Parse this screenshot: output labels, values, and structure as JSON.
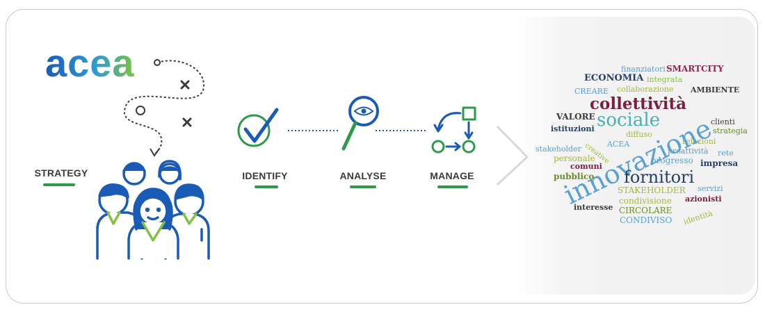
{
  "logo": {
    "text": "acea",
    "colors": [
      "#1a5bb6",
      "#2f9ad4",
      "#7fc241"
    ]
  },
  "steps": {
    "strategy": "STRATEGY",
    "identify": "IDENTIFY",
    "analyse": "ANALYSE",
    "manage": "MANAGE"
  },
  "colors": {
    "primary_blue": "#1a5bb6",
    "accent_green": "#2f9a47",
    "text": "#3a3a3a"
  },
  "word_cloud": {
    "finanziatori": "finanziatori",
    "smartcity": "SMARTCITY",
    "economia": "ECONOMIA",
    "integrata": "integrata",
    "creare": "CREARE",
    "collaborazione": "collaborazione",
    "ambiente": "AMBIENTE",
    "collettivita": "collettività",
    "valore": "VALORE",
    "sociale": "sociale",
    "clienti": "clienti",
    "istituzioni": "istituzioni",
    "diffuso": "diffuso",
    "strategia": "strategia",
    "relazioni": "relazioni",
    "acea": "ACEA",
    "stakeholder_lc": "stakeholder",
    "creative": "creative",
    "proattivita": "proattività",
    "rete": "rete",
    "personale": "personale",
    "progresso": "progresso",
    "impresa": "impresa",
    "comuni": "comuni",
    "innovazione": "innovazione",
    "fornitori": "fornitori",
    "pubblico": "pubblico",
    "stakeholder_uc": "STAKEHOLDER",
    "servizi": "servizi",
    "condivisione": "condivisione",
    "azionisti": "azionisti",
    "interesse": "interesse",
    "circolare": "CIRCOLARE",
    "condiviso": "CONDIVISO",
    "identita": "identità"
  }
}
